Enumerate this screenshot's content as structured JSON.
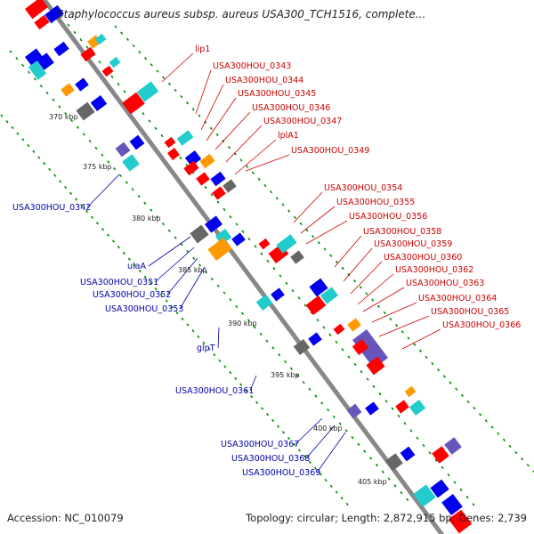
{
  "title": "Staphylococcus aureus subsp. aureus USA300_TCH1516, complete...",
  "footer": {
    "accession": "Accession: NC_010079",
    "topology": "Topology: circular; Length: 2,872,915 bp; Genes: 2,739"
  },
  "kbp_ticks": [
    "370 kbp",
    "375 kbp",
    "380 kbp",
    "385 kbp",
    "390 kbp",
    "395 kbp",
    "400 kbp",
    "405 kbp"
  ],
  "gene_labels_right": [
    "lip1",
    "USA300HOU_0343",
    "USA300HOU_0344",
    "USA300HOU_0345",
    "USA300HOU_0346",
    "USA300HOU_0347",
    "lplA1",
    "USA300HOU_0349",
    "USA300HOU_0354",
    "USA300HOU_0355",
    "USA300HOU_0356",
    "USA300HOU_0358",
    "USA300HOU_0359",
    "USA300HOU_0360",
    "USA300HOU_0362",
    "USA300HOU_0363",
    "USA300HOU_0364",
    "USA300HOU_0365",
    "USA300HOU_0366"
  ],
  "gene_labels_left": [
    "USA300HOU_0342",
    "ulaA",
    "USA300HOU_0351",
    "USA300HOU_0352",
    "USA300HOU_0353",
    "glpT",
    "USA300HOU_0361",
    "USA300HOU_0367",
    "USA300HOU_0368",
    "USA300HOU_0369"
  ],
  "colors": {
    "forward_label": "#cc0000",
    "reverse_label": "#0000aa",
    "backbone": "#888888",
    "tick_dot": "#008800",
    "red_gene": "#ff0000",
    "blue_gene": "#0000ee",
    "cyan_gene": "#22cccc",
    "orange_gene": "#ff9900",
    "gray_gene": "#666666",
    "purple_gene": "#6655bb"
  }
}
